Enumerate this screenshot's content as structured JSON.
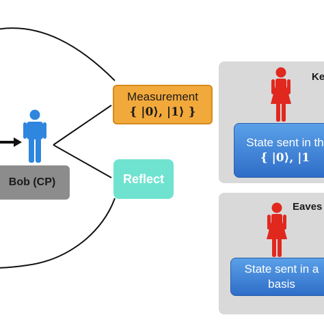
{
  "diagram": {
    "nodes": {
      "bob": {
        "label": "Bob (CP)"
      },
      "measurement": {
        "label": "Measurement",
        "basis": "{ |0⟩, |1⟩ }"
      },
      "reflect": {
        "label": "Reflect"
      }
    },
    "panels": {
      "key": {
        "title": "Ke",
        "state_line1": "State sent in th",
        "state_line2": "{ |0⟩, |1"
      },
      "eavesdrop": {
        "title": "Eaves",
        "state_line1": "State sent in a",
        "state_line2": "basis"
      }
    },
    "colors": {
      "bob_figure": "#2e86de",
      "alice_figure": "#e0281f",
      "measurement_fill": "#f2a93b",
      "reflect_fill": "#6fe3d0",
      "bob_box_fill": "#8c8c8c",
      "state_box_fill": "#3f84da",
      "panel_fill": "#d9d9d9"
    },
    "icons": [
      "person-icon-bob",
      "person-icon-key",
      "person-icon-eaves"
    ]
  }
}
